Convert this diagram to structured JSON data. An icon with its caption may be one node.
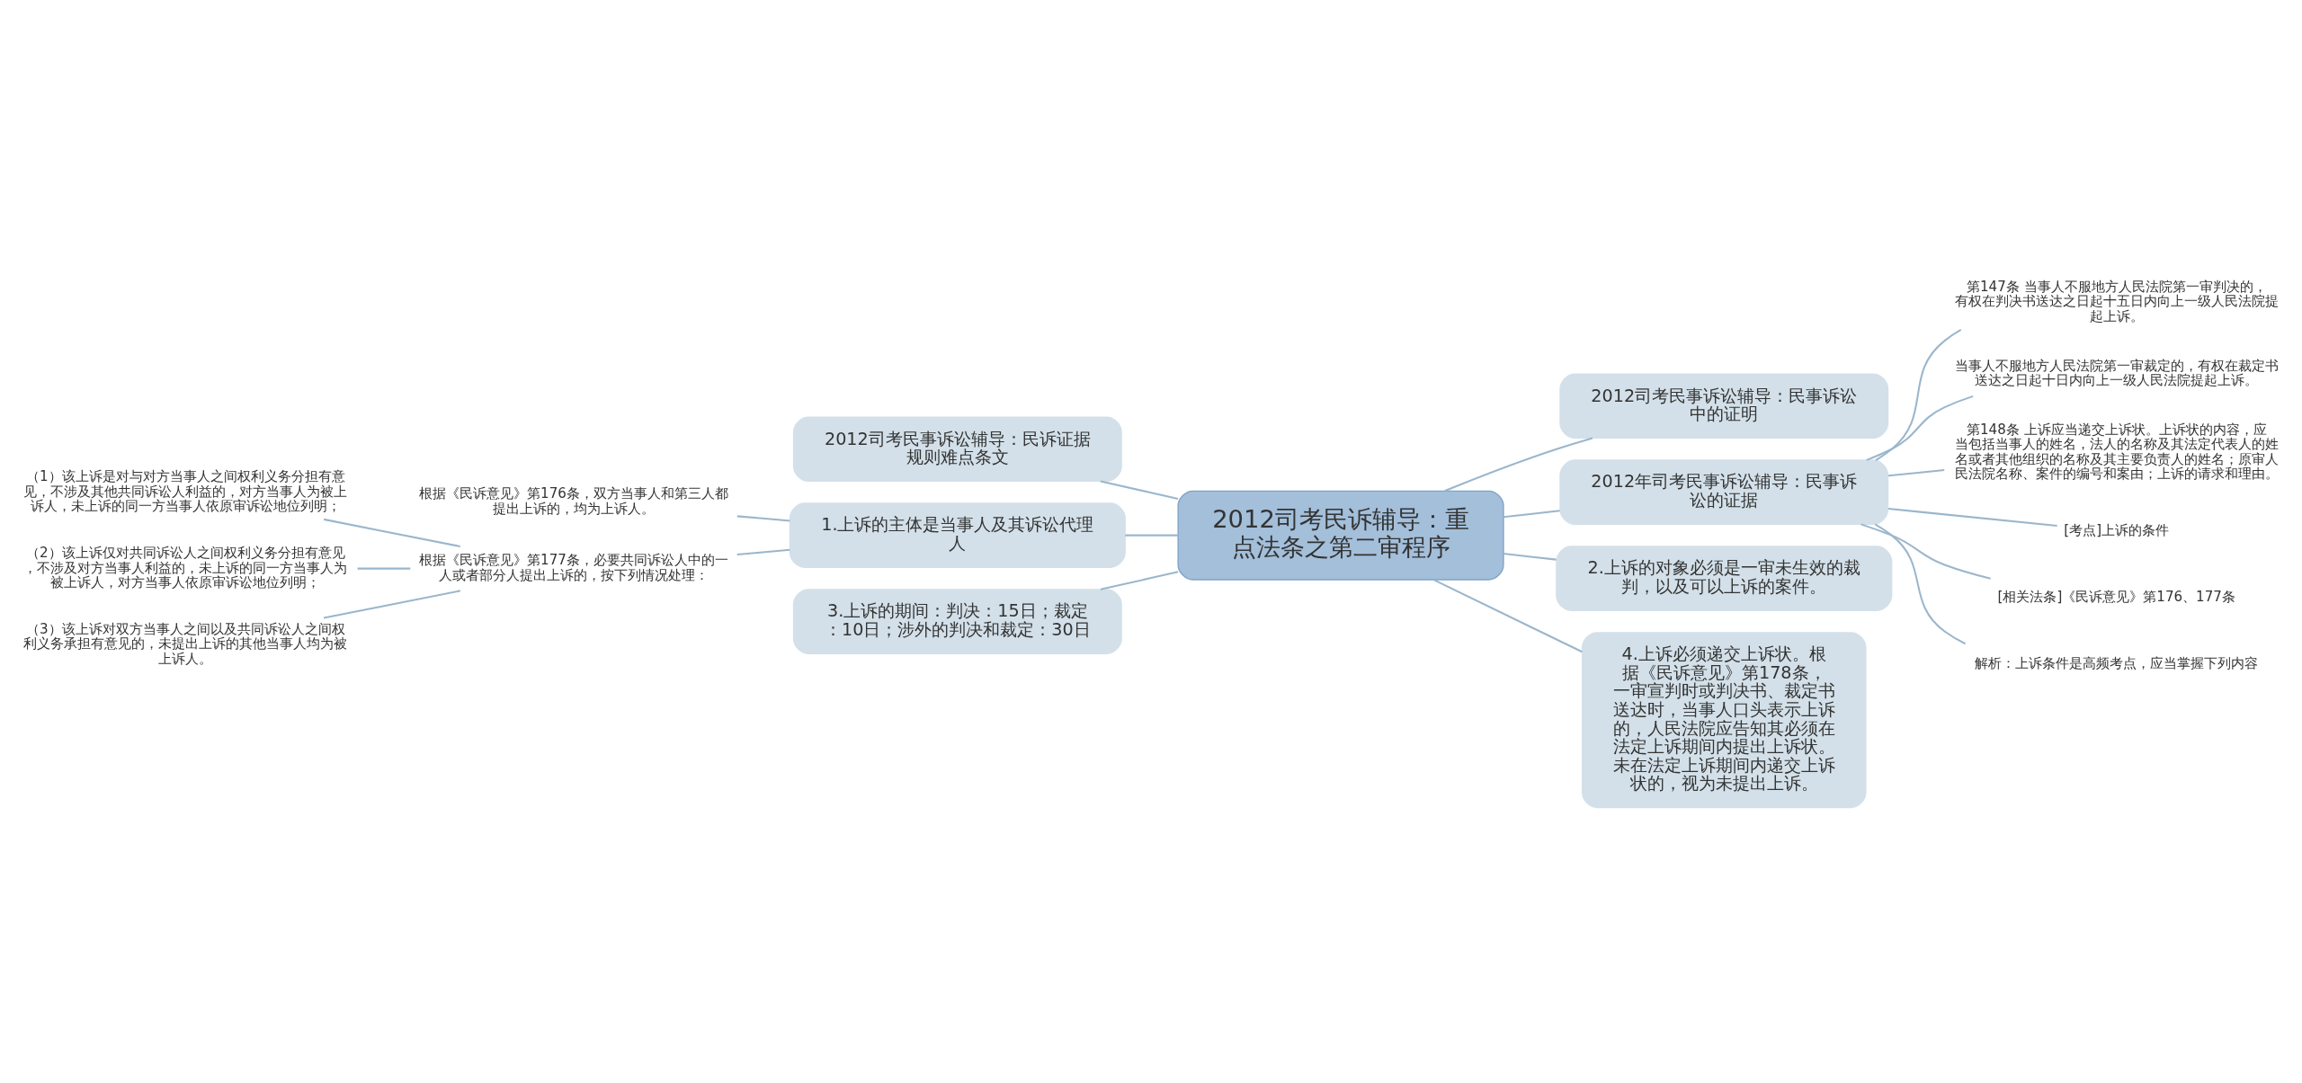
{
  "diagram": {
    "nodes": [
      {
        "text": [
          "2012司考民诉辅导：重点法条之第二审程序"
        ]
      },
      {
        "text": [
          "2012司考民事诉讼辅导：民事诉讼中的证明"
        ]
      },
      {
        "text": [
          "2012年司考民事诉讼辅导：民事诉讼的证据"
        ]
      },
      {
        "text": [
          "第147条 当事人不服地方人民法院第一审判决的，有权在判决书送达之日起十五日内向上一级人民法院提起上诉。"
        ]
      },
      {
        "text": [
          "当事人不服地方人民法院第一审裁定的，有权在裁定书送达之日起十日内向上一级人民法院提起上诉。"
        ]
      },
      {
        "text": [
          "第148条 上诉应当递交上诉状。上诉状的内容，应当包括当事人的姓名，法人的名称及其法定代表人的姓名或者其他组织的名称及其主要负责人的姓名；原审人民法院名称、案件的编号和案由；上诉的请求和理由。"
        ]
      },
      {
        "text": [
          "[考点]上诉的条件"
        ]
      },
      {
        "text": [
          "[相关法条]《民诉意见》第176、177条"
        ]
      },
      {
        "text": [
          "解析：上诉条件是高频考点，应当掌握下列内容"
        ]
      },
      {
        "text": [
          "2.上诉的对象必须是一审未生效的裁判，以及可以上诉的案件。"
        ]
      },
      {
        "text": [
          "4.上诉必须递交上诉状。根据《民诉意见》第178条，一审宣判时或判决书、裁定书送达时，当事人口头表示上诉的，人民法院应告知其必须在法定上诉期间内提出上诉状。未在法定上诉期间内递交上诉状的，视为未提出上诉。"
        ]
      },
      {
        "text": [
          "2012司考民事诉讼辅导：民诉证据规则难点条文"
        ]
      },
      {
        "text": [
          "1.上诉的主体是当事人及其诉讼代理人"
        ]
      },
      {
        "text": [
          "根据《民诉意见》第176条，双方当事人和第三人都提出上诉的，均为上诉人。"
        ]
      },
      {
        "text": [
          "根据《民诉意见》第177条，必要共同诉讼人中的一人或者部分人提出上诉的，按下列情况处理："
        ]
      },
      {
        "text": [
          "（1）该上诉是对与对方当事人之间权利义务分担有意见，不涉及其他共同诉讼人利益的，对方当事人为被上诉人，未上诉的同一方当事人依原审诉讼地位列明；"
        ]
      },
      {
        "text": [
          "（2）该上诉仅对共同诉讼人之间权利义务分担有意见，不涉及对方当事人利益的，未上诉的同一方当事人为被上诉人，对方当事人依原审诉讼地位列明；"
        ]
      },
      {
        "text": [
          "（3）该上诉对双方当事人之间以及共同诉讼人之间权利义务承担有意见的，未提出上诉的其他当事人均为被上诉人。"
        ]
      },
      {
        "text": [
          "3.上诉的期间：判决：15日；裁定：10日；涉外的判决和裁定：30日"
        ]
      }
    ],
    "edges": [
      {
        "from": 0,
        "to": 1,
        "arrow": "none"
      },
      {
        "from": 0,
        "to": 2,
        "arrow": "none"
      },
      {
        "from": 2,
        "to": 3,
        "arrow": "none"
      },
      {
        "from": 2,
        "to": 4,
        "arrow": "none"
      },
      {
        "from": 2,
        "to": 5,
        "arrow": "none"
      },
      {
        "from": 2,
        "to": 6,
        "arrow": "none"
      },
      {
        "from": 2,
        "to": 7,
        "arrow": "none"
      },
      {
        "from": 2,
        "to": 8,
        "arrow": "none"
      },
      {
        "from": 0,
        "to": 9,
        "arrow": "none"
      },
      {
        "from": 0,
        "to": 10,
        "arrow": "none"
      },
      {
        "from": 0,
        "to": 11,
        "arrow": "none"
      },
      {
        "from": 0,
        "to": 12,
        "arrow": "none"
      },
      {
        "from": 12,
        "to": 13,
        "arrow": "none"
      },
      {
        "from": 12,
        "to": 14,
        "arrow": "none"
      },
      {
        "from": 14,
        "to": 15,
        "arrow": "none"
      },
      {
        "from": 14,
        "to": 16,
        "arrow": "none"
      },
      {
        "from": 14,
        "to": 17,
        "arrow": "none"
      },
      {
        "from": 0,
        "to": 18,
        "arrow": "none"
      }
    ]
  }
}
